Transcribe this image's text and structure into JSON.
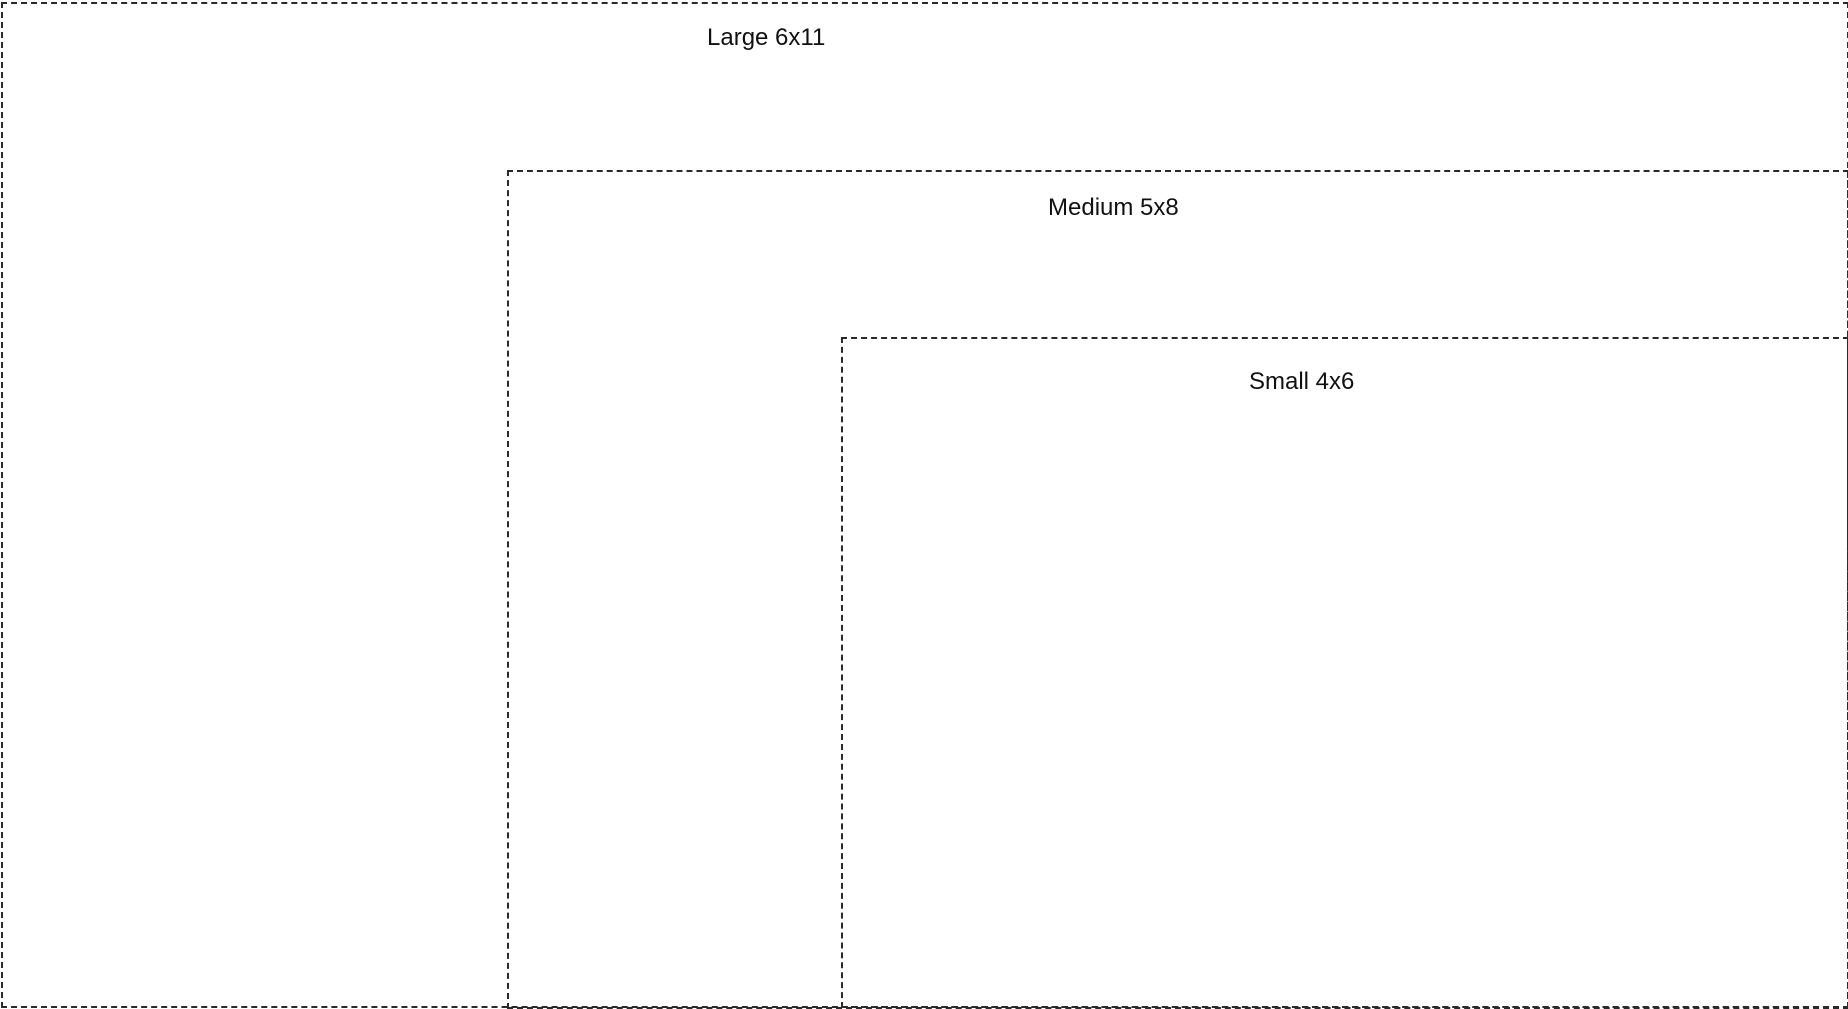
{
  "boxes": [
    {
      "label": "Large 6x11"
    },
    {
      "label": "Medium 5x8"
    },
    {
      "label": "Small 4x6"
    }
  ]
}
